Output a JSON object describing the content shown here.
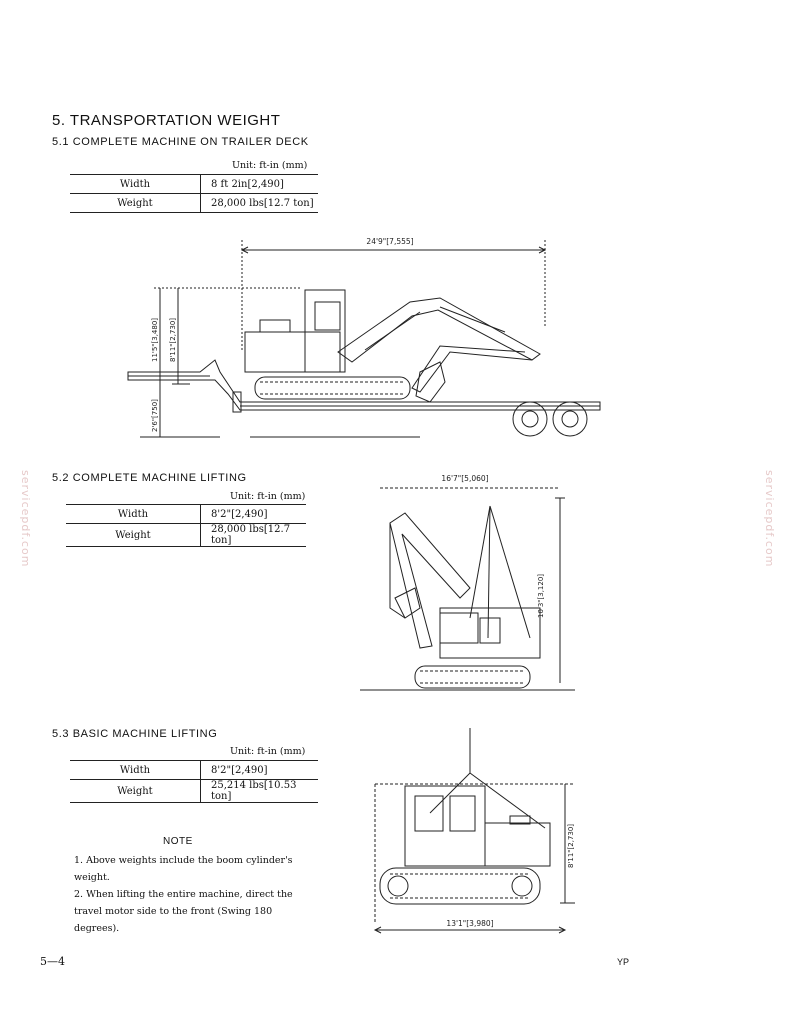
{
  "title": "5. TRANSPORTATION WEIGHT",
  "section1": {
    "heading": "5.1 COMPLETE MACHINE ON TRAILER DECK",
    "unit": "Unit: ft-in (mm)",
    "rows": [
      {
        "label": "Width",
        "value": "8 ft 2in[2,490]"
      },
      {
        "label": "Weight",
        "value": "28,000 lbs[12.7 ton]"
      }
    ],
    "dims": {
      "length": "24'9\"[7,555]",
      "height": "11'5\"[3,480]",
      "machine_height": "8'11\"[2,730]",
      "deck_height": "2'6\"[750]"
    }
  },
  "section2": {
    "heading": "5.2 COMPLETE MACHINE LIFTING",
    "unit": "Unit: ft-in (mm)",
    "rows": [
      {
        "label": "Width",
        "value": "8'2\"[2,490]"
      },
      {
        "label": "Weight",
        "value": "28,000 lbs[12.7 ton]"
      }
    ],
    "dims": {
      "length": "16'7\"[5,060]",
      "height": "10'3\"[3,120]"
    }
  },
  "section3": {
    "heading": "5.3 BASIC MACHINE LIFTING",
    "unit": "Unit: ft-in (mm)",
    "rows": [
      {
        "label": "Width",
        "value": "8'2\"[2,490]"
      },
      {
        "label": "Weight",
        "value": "25,214 lbs[10.53 ton]"
      }
    ],
    "dims": {
      "height": "8'11\"[2,730]",
      "length": "13'1\"[3,980]"
    }
  },
  "note": {
    "title": "NOTE",
    "items": [
      "1. Above weights include the boom cylinder's weight.",
      "2. When lifting the entire machine, direct the travel motor side to the front (Swing 180 degrees)."
    ]
  },
  "footer": {
    "page": "5—4",
    "code": "YP"
  },
  "watermark": "servicepdf.com"
}
